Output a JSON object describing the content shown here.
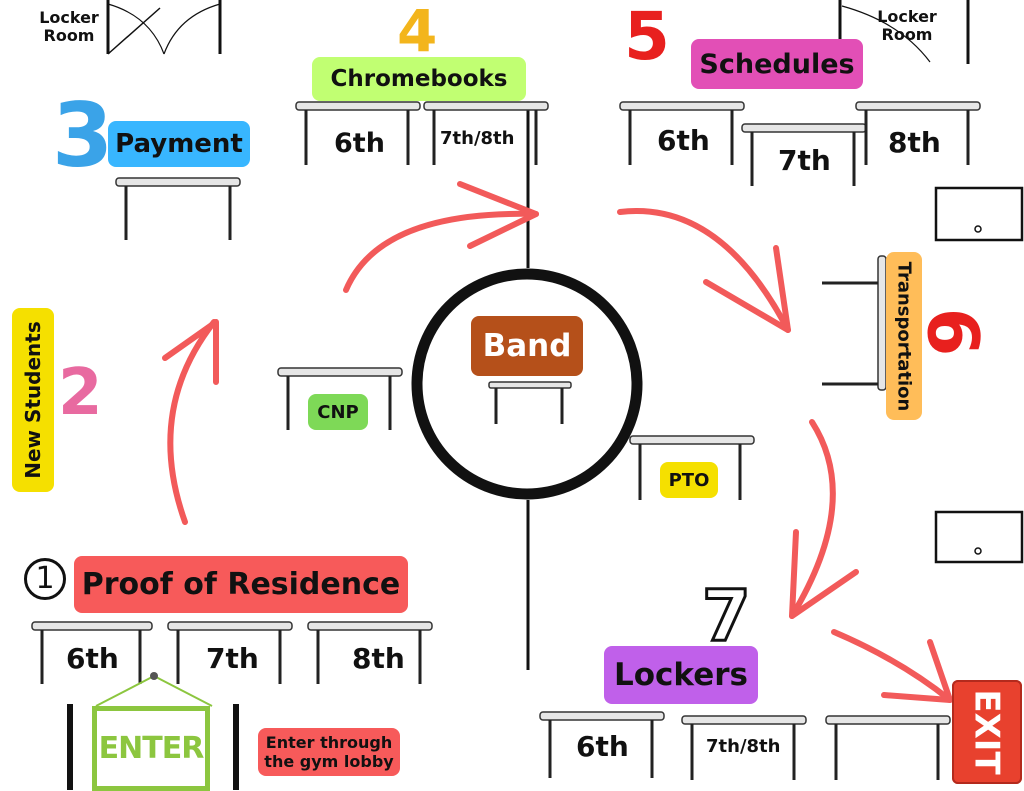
{
  "locker_room_left": {
    "line1": "Locker",
    "line2": "Room"
  },
  "locker_room_right": {
    "line1": "Locker",
    "line2": "Room"
  },
  "stations": {
    "s1": {
      "number": "1",
      "label": "Proof of Residence",
      "grades": [
        "6th",
        "7th",
        "8th"
      ],
      "color": "#f75a5a"
    },
    "s2": {
      "number": "2",
      "label": "New Students",
      "color": "#f5e000"
    },
    "s3": {
      "number": "3",
      "label": "Payment",
      "color": "#38b6ff"
    },
    "s4": {
      "number": "4",
      "label": "Chromebooks",
      "grades": [
        "6th",
        "7th/8th"
      ],
      "color": "#c1ff72"
    },
    "s5": {
      "number": "5",
      "label": "Schedules",
      "grades": [
        "6th",
        "7th",
        "8th"
      ],
      "color": "#e24fb6"
    },
    "s6": {
      "number": "6",
      "label": "Transportation",
      "color": "#ffbd59"
    },
    "s7": {
      "number": "7",
      "label": "Lockers",
      "grades": [
        "6th",
        "7th/8th"
      ],
      "color": "#c060ea"
    }
  },
  "center": {
    "label": "Band",
    "color": "#b5501a"
  },
  "cnp": {
    "label": "CNP",
    "color": "#7ed957"
  },
  "pto": {
    "label": "PTO",
    "color": "#f5e000"
  },
  "enter_sign": {
    "text": "ENTER",
    "color": "#8cc63f"
  },
  "enter_note": {
    "line1": "Enter through",
    "line2": "the gym lobby",
    "color": "#f75a5a"
  },
  "exit_sign": {
    "text": "EXIT",
    "color": "#e8412e"
  }
}
